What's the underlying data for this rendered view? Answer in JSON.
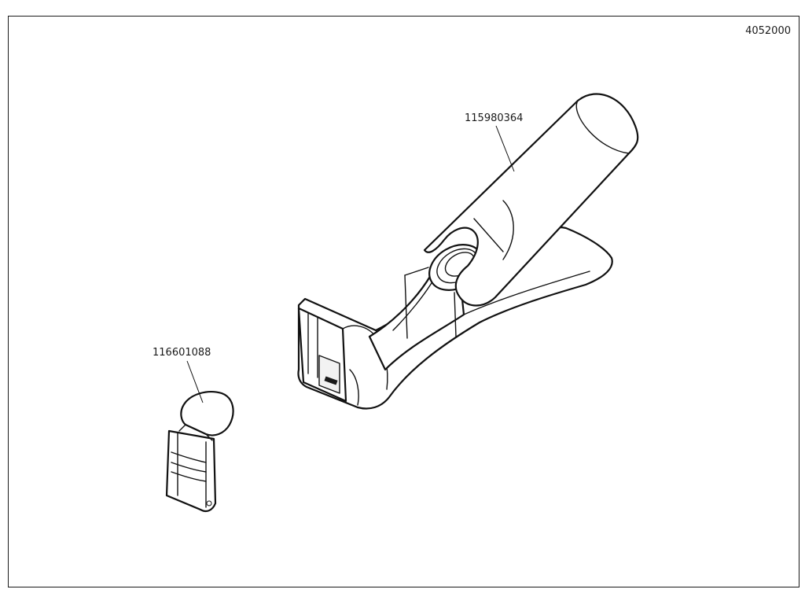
{
  "drawing": {
    "document_number": "4052000",
    "parts": [
      {
        "number": "115980364"
      },
      {
        "number": "116601088"
      }
    ]
  }
}
